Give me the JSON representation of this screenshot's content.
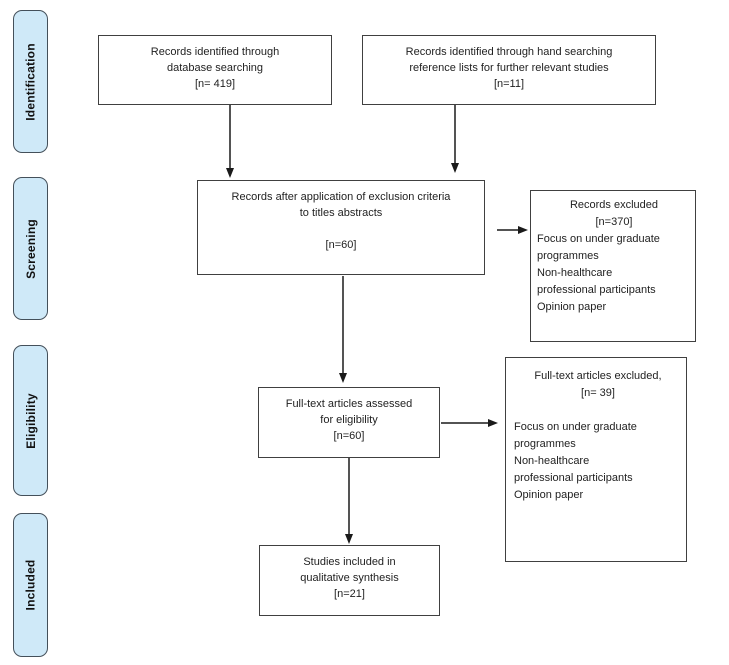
{
  "colors": {
    "stage_fill": "#cfe9f8",
    "stage_border": "#44505a",
    "box_border": "#404040",
    "arrow": "#1a1a1a"
  },
  "stages": [
    {
      "label": "Identification"
    },
    {
      "label": "Screening"
    },
    {
      "label": "Eligibility"
    },
    {
      "label": "Included"
    }
  ],
  "boxes": {
    "records_db": {
      "lines": [
        "Records identified through",
        "database searching",
        "[n= 419]"
      ]
    },
    "records_hand": {
      "lines": [
        "Records identified through hand searching",
        "reference lists for further relevant studies",
        "[n=11]"
      ]
    },
    "screening_result": {
      "lines": [
        "Records after application of exclusion criteria",
        "to titles abstracts",
        "[n=60]"
      ]
    },
    "records_excluded": {
      "header": [
        "Records excluded",
        "[n=370]"
      ],
      "reasons": [
        "Focus on under graduate",
        "programmes",
        "Non-healthcare",
        "professional participants",
        "Opinion paper"
      ]
    },
    "fulltext_assessed": {
      "lines": [
        "Full-text articles assessed",
        "for eligibility",
        "[n=60]"
      ]
    },
    "fulltext_excluded": {
      "header": [
        "Full-text articles excluded,",
        "[n= 39]"
      ],
      "reasons": [
        "Focus on under graduate",
        "programmes",
        "Non-healthcare",
        "professional participants",
        "Opinion paper"
      ]
    },
    "studies_included": {
      "lines": [
        "Studies included in",
        "qualitative synthesis",
        "[n=21]"
      ]
    }
  }
}
